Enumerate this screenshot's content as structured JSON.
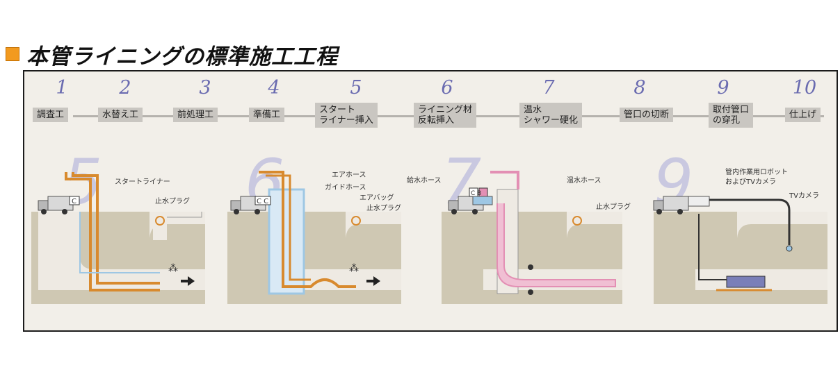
{
  "title": "本管ライニングの標準施工工程",
  "colors": {
    "accent_square": "#f29a1f",
    "step_number": "#6a6bb0",
    "liner_orange": "#d88a2e",
    "hose_blue": "#9ec7e4",
    "warm_pink": "#e38fb4",
    "ground": "#cfc8b3",
    "pipe_inner": "#eeeae3",
    "frame_bg": "#f2efe9"
  },
  "steps": [
    {
      "num": "1",
      "label": "調査工"
    },
    {
      "num": "2",
      "label": "水替え工"
    },
    {
      "num": "3",
      "label": "前処理工"
    },
    {
      "num": "4",
      "label": "準備工"
    },
    {
      "num": "5",
      "label": "スタート\nライナー挿入"
    },
    {
      "num": "6",
      "label": "ライニング材\n反転挿入"
    },
    {
      "num": "7",
      "label": "温水\nシャワー硬化"
    },
    {
      "num": "8",
      "label": "管口の切断"
    },
    {
      "num": "9",
      "label": "取付管口\nの穿孔"
    },
    {
      "num": "10",
      "label": "仕上げ"
    }
  ],
  "panels": [
    {
      "big_num": "5",
      "truck_badge": "C",
      "labels": [
        "スタートライナー",
        "止水プラグ"
      ]
    },
    {
      "big_num": "6",
      "truck_badge": "C C",
      "labels": [
        "エアホース",
        "ガイドホース",
        "エアバッグ",
        "止水プラグ"
      ]
    },
    {
      "big_num": "7",
      "truck_badge": "C B",
      "labels": [
        "給水ホース",
        "温水ホース",
        "止水プラグ"
      ]
    },
    {
      "big_num": "9",
      "labels": [
        "管内作業用ロボット",
        "およびTVカメラ",
        "TVカメラ"
      ]
    }
  ]
}
